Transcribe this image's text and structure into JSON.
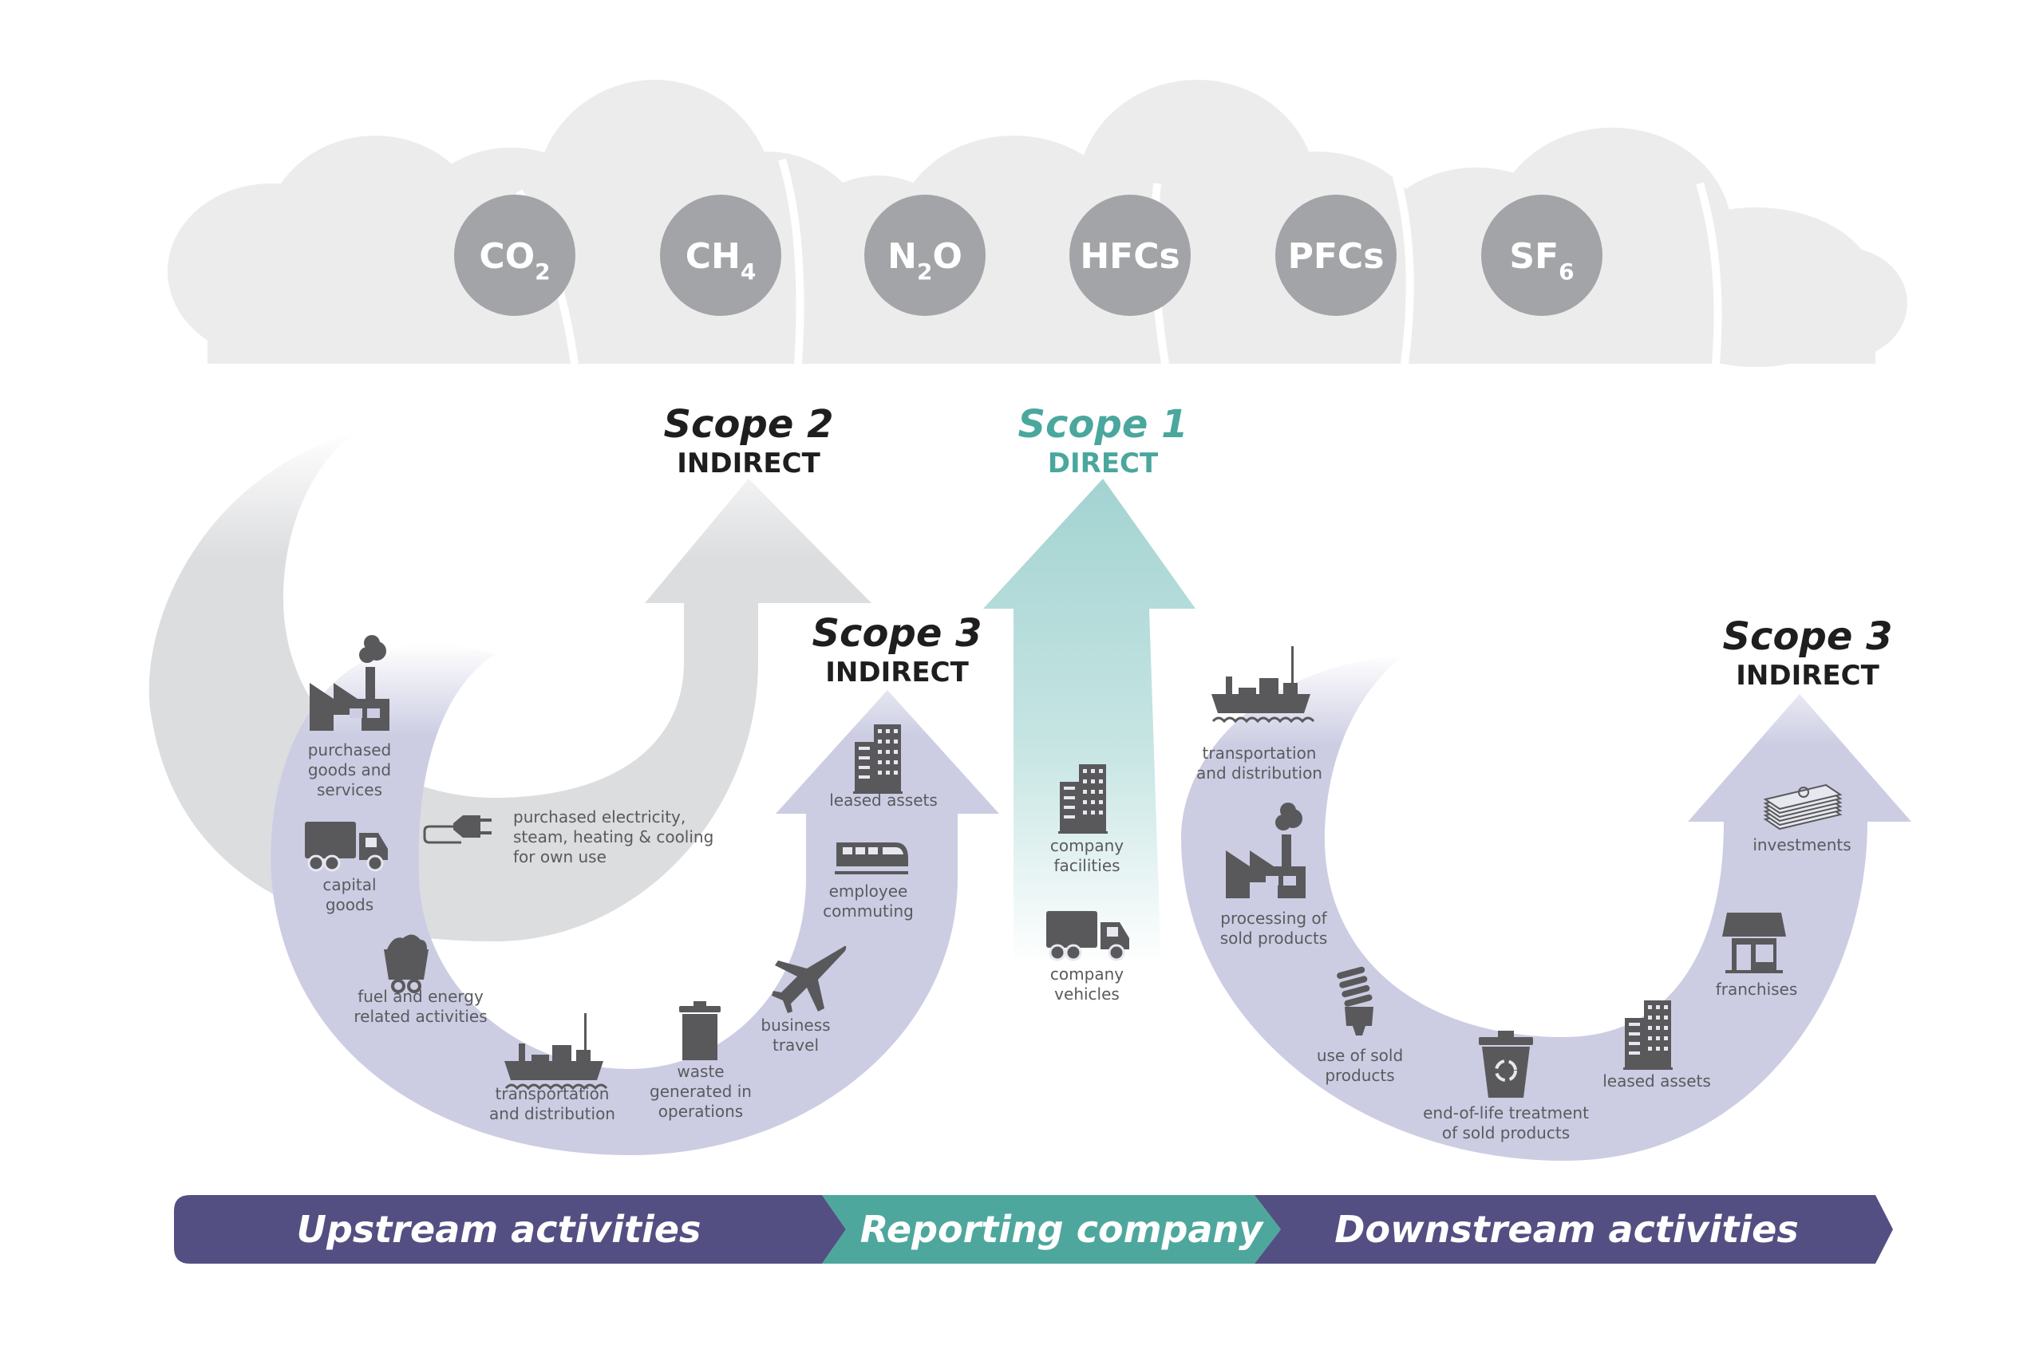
{
  "colors": {
    "cloud": "#ececec",
    "gas_circle": "#a3a4a7",
    "scope2_arrow": "#dcdddf",
    "scope1_arrow": "#a7d5d3",
    "scope1_text": "#4aa79d",
    "scope3_arrow": "#cccde3",
    "band_purple": "#534f82",
    "band_teal": "#4ea79d",
    "icon": "#59595c",
    "heading_text": "#1e1e1e"
  },
  "gases": [
    {
      "base": "CO",
      "sub": "2"
    },
    {
      "base": "CH",
      "sub": "4"
    },
    {
      "base": "N",
      "sub": "2",
      "suffix": "O"
    },
    {
      "base": "HFCs",
      "sub": ""
    },
    {
      "base": "PFCs",
      "sub": ""
    },
    {
      "base": "SF",
      "sub": "6"
    }
  ],
  "scopes": {
    "scope2": {
      "title": "Scope 2",
      "subtitle": "INDIRECT"
    },
    "scope1": {
      "title": "Scope 1",
      "subtitle": "DIRECT"
    },
    "scope3_upstream": {
      "title": "Scope 3",
      "subtitle": "INDIRECT"
    },
    "scope3_downstream": {
      "title": "Scope 3",
      "subtitle": "INDIRECT"
    }
  },
  "scope2_items": [
    {
      "icon": "plug-icon",
      "lines": [
        "purchased electricity,",
        "steam, heating & cooling",
        "for own use"
      ]
    }
  ],
  "scope1_items": [
    {
      "icon": "building-icon",
      "lines": [
        "company",
        "facilities"
      ]
    },
    {
      "icon": "truck-icon",
      "lines": [
        "company",
        "vehicles"
      ]
    }
  ],
  "upstream_items": [
    {
      "icon": "factory-icon",
      "lines": [
        "purchased",
        "goods and",
        "services"
      ]
    },
    {
      "icon": "truck-icon",
      "lines": [
        "capital",
        "goods"
      ]
    },
    {
      "icon": "mine-cart-icon",
      "lines": [
        "fuel and energy",
        "related activities"
      ]
    },
    {
      "icon": "ship-icon",
      "lines": [
        "transportation",
        "and distribution"
      ]
    },
    {
      "icon": "trash-can-icon",
      "lines": [
        "waste",
        "generated in",
        "operations"
      ]
    },
    {
      "icon": "airplane-icon",
      "lines": [
        "business",
        "travel"
      ]
    },
    {
      "icon": "train-icon",
      "lines": [
        "employee",
        "commuting"
      ]
    },
    {
      "icon": "building-icon",
      "lines": [
        "leased assets"
      ]
    }
  ],
  "downstream_items": [
    {
      "icon": "ship-icon",
      "lines": [
        "transportation",
        "and distribution"
      ]
    },
    {
      "icon": "factory-icon",
      "lines": [
        "processing of",
        "sold products"
      ]
    },
    {
      "icon": "light-bulb-icon",
      "lines": [
        "use of sold",
        "products"
      ]
    },
    {
      "icon": "recycle-bin-icon",
      "lines": [
        "end-of-life treatment",
        "of sold products"
      ]
    },
    {
      "icon": "building-icon",
      "lines": [
        "leased assets"
      ]
    },
    {
      "icon": "storefront-icon",
      "lines": [
        "franchises"
      ]
    },
    {
      "icon": "money-stack-icon",
      "lines": [
        "investments"
      ]
    }
  ],
  "band": {
    "upstream": "Upstream activities",
    "reporting": "Reporting company",
    "downstream": "Downstream activities"
  }
}
